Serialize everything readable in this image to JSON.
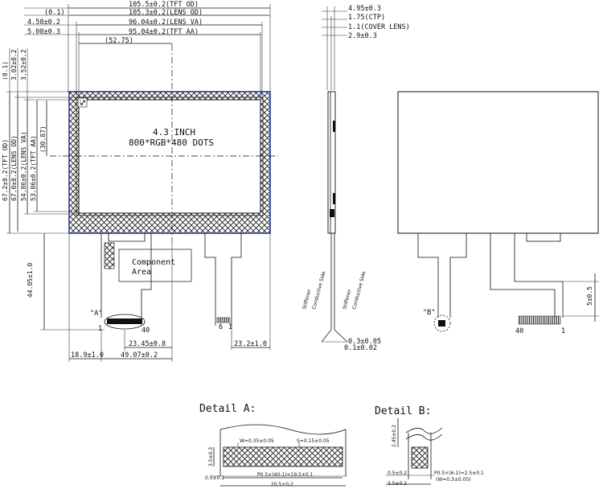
{
  "front_view": {
    "top_dims": [
      "105.5±0.2(TFT OD)",
      "105.3±0.2(LENS OD)",
      "96.04±0.2(LENS VA)",
      "95.04±0.2(TFT AA)",
      "(52.75)"
    ],
    "top_left_dims": [
      "(0.1)",
      "4.58±0.2",
      "5.08±0.3"
    ],
    "left_dims": [
      "67.2±0.2(TFT OD)",
      "67.0±0.2(LENS OD)",
      "54.86±0.2(LENS VA)",
      "53.86±0.2(TFT AA)",
      "(30.87)"
    ],
    "left_top_dims": [
      "(0.1)",
      "3.02±0.2",
      "3.52±0.2"
    ],
    "center_text": [
      "4.3 INCH",
      "800*RGB*480 DOTS"
    ],
    "component_area": [
      "Component",
      "Area"
    ],
    "fpc_height": "44.05±1.0",
    "detail_a_marker": "\"A\"",
    "pin_first": "1",
    "pin_last": "40",
    "bottom_dims": [
      "23.45±0.8",
      "18.9±1.0",
      "49.07±0.2"
    ],
    "right_fpc_dim": "23.2±1.0",
    "right_pins": [
      "6",
      "1"
    ]
  },
  "side_view": {
    "top_dims": [
      "4.95±0.3",
      "1.75(CTP)",
      "1.1(COVER LENS)",
      "2.9±0.3"
    ],
    "labels": [
      "Stiffener",
      "Conductive Side",
      "Stiffener",
      "Conductive Side"
    ],
    "bottom_dims": [
      "0.3±0.05",
      "0.1±0.02"
    ]
  },
  "back_view": {
    "detail_b_marker": "\"B\"",
    "right_dim": "5±0.5",
    "pin_first": "40",
    "pin_last": "1"
  },
  "detail_a": {
    "title": "Detail A:",
    "dims": [
      "W=0.35±0.05",
      "S=0.15±0.05",
      "3.5±0.3",
      "0.5±0.1",
      "P0.5×(40-1)=19.5±0.1",
      "20.5±0.2"
    ]
  },
  "detail_b": {
    "title": "Detail B:",
    "dims": [
      "2.45±0.2",
      "0.5±0.2",
      "P0.5×(6-1)=2.5±0.1",
      "(W=0.3±0.05)",
      "3.5±0.2"
    ]
  }
}
